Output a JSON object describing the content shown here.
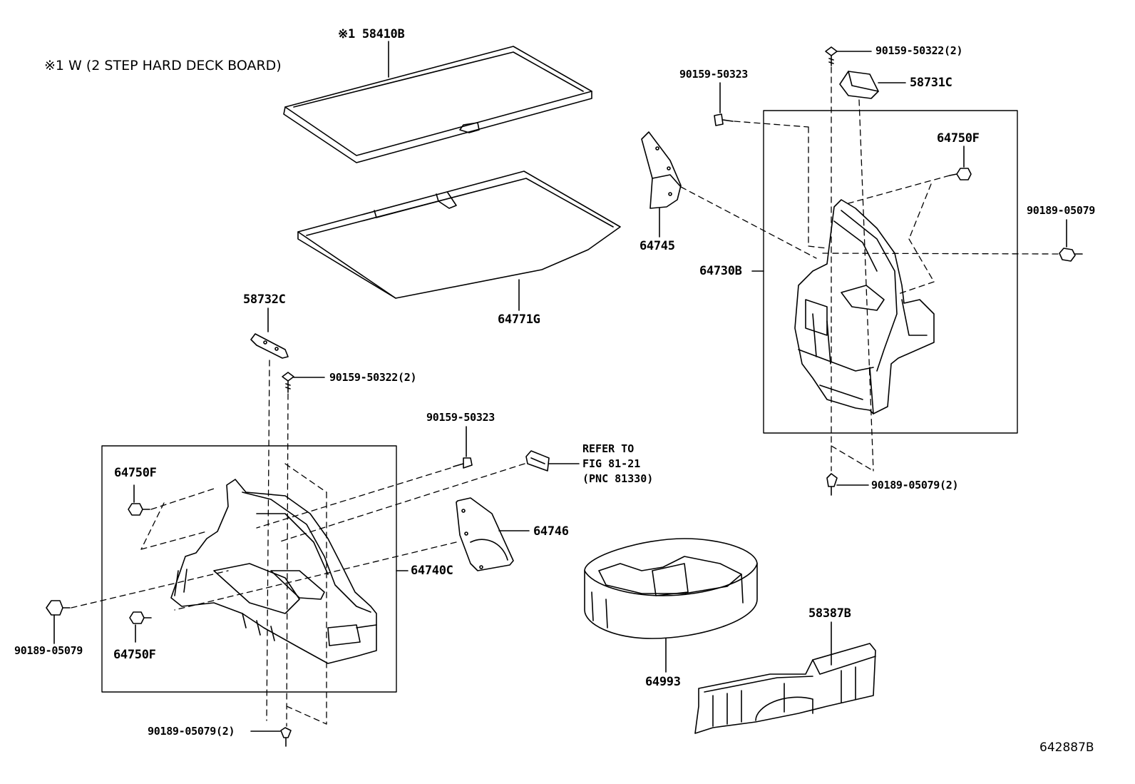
{
  "note": "※1 W (2 STEP HARD DECK BOARD)",
  "diagram_id": "642887B",
  "refer": {
    "line1": "REFER TO",
    "line2": "FIG 81-21",
    "line3": "(PNC 81330)"
  },
  "labels": {
    "p58410b": "※1 58410B",
    "p64771g": "64771G",
    "p58732c": "58732C",
    "p90159_50322_2_left": "90159-50322(2)",
    "p90159_50323_mid": "90159-50323",
    "p64750f_top_left": "64750F",
    "p64750f_bot_left": "64750F",
    "p64746": "64746",
    "p64740c": "64740C",
    "p90189_05079_left": "90189-05079",
    "p90189_05079_2_bottom": "90189-05079(2)",
    "p64993": "64993",
    "p58387b": "58387B",
    "p90159_50322_2_top": "90159-50322(2)",
    "p58731c": "58731C",
    "p90159_50323_top": "90159-50323",
    "p64750f_right": "64750F",
    "p64745": "64745",
    "p64730b": "64730B",
    "p90189_05079_right": "90189-05079",
    "p90189_05079_2_right": "90189-05079(2)"
  }
}
